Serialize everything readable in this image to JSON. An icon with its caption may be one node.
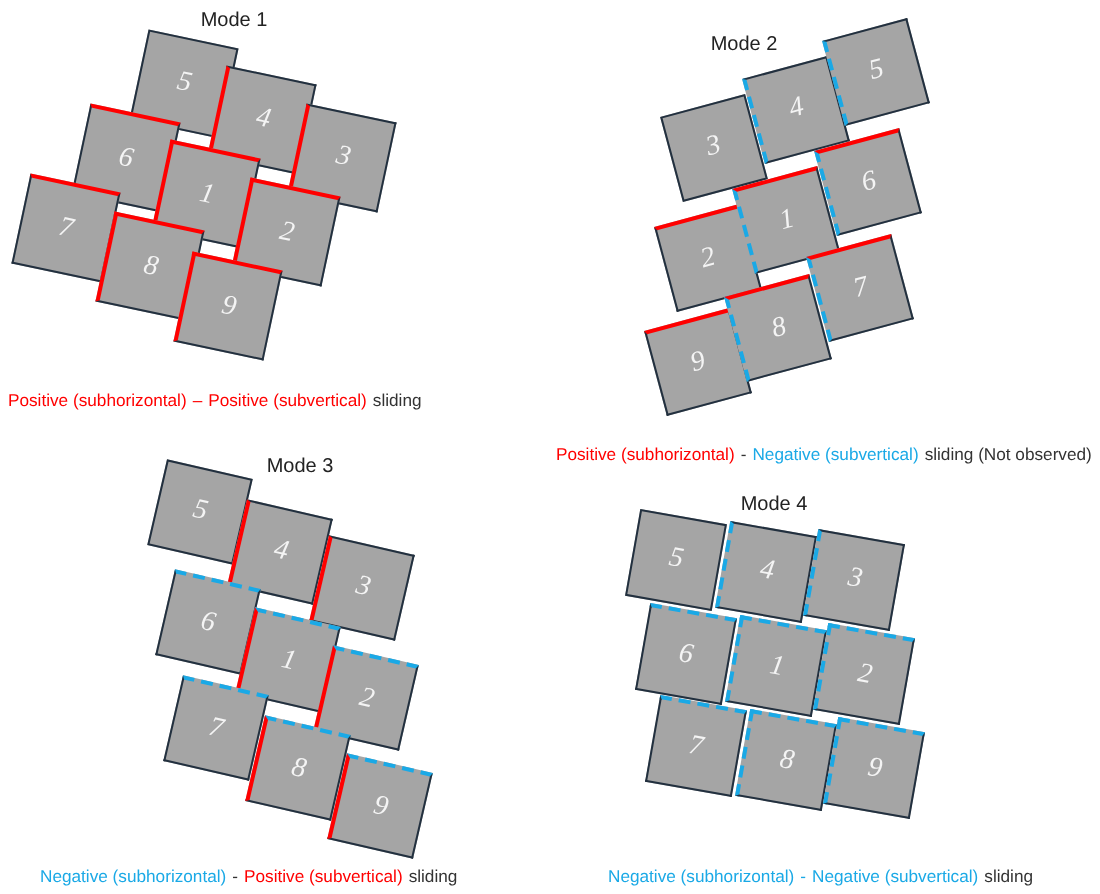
{
  "diagram": {
    "nodes": [
      {
        "text": [
          "5"
        ]
      },
      {
        "text": [
          "4"
        ]
      },
      {
        "text": [
          "3"
        ]
      },
      {
        "text": [
          "6"
        ]
      },
      {
        "text": [
          "1"
        ]
      },
      {
        "text": [
          "2"
        ]
      },
      {
        "text": [
          "7"
        ]
      },
      {
        "text": [
          "8"
        ]
      },
      {
        "text": [
          "9"
        ]
      },
      {
        "text": [
          "3"
        ]
      },
      {
        "text": [
          "4"
        ]
      },
      {
        "text": [
          "5"
        ]
      },
      {
        "text": [
          "2"
        ]
      },
      {
        "text": [
          "1"
        ]
      },
      {
        "text": [
          "6"
        ]
      },
      {
        "text": [
          "9"
        ]
      },
      {
        "text": [
          "8"
        ]
      },
      {
        "text": [
          "7"
        ]
      },
      {
        "text": [
          "5"
        ]
      },
      {
        "text": [
          "4"
        ]
      },
      {
        "text": [
          "3"
        ]
      },
      {
        "text": [
          "6"
        ]
      },
      {
        "text": [
          "1"
        ]
      },
      {
        "text": [
          "2"
        ]
      },
      {
        "text": [
          "7"
        ]
      },
      {
        "text": [
          "8"
        ]
      },
      {
        "text": [
          "9"
        ]
      },
      {
        "text": [
          "5"
        ]
      },
      {
        "text": [
          "4"
        ]
      },
      {
        "text": [
          "3"
        ]
      },
      {
        "text": [
          "6"
        ]
      },
      {
        "text": [
          "1"
        ]
      },
      {
        "text": [
          "2"
        ]
      },
      {
        "text": [
          "7"
        ]
      },
      {
        "text": [
          "8"
        ]
      },
      {
        "text": [
          "9"
        ]
      }
    ],
    "labels": [
      "Mode 1",
      "Mode 2",
      "Positive (subhorizontal)",
      "–",
      "Positive (subvertical)",
      "sliding",
      "Positive (subhorizontal)",
      "-",
      "Negative (subvertical)",
      "sliding (Not observed)",
      "Mode 3",
      "Mode 4",
      "Negative (subhorizontal)",
      "-",
      "Positive (subvertical)",
      "sliding",
      "Negative (subhorizontal)",
      "-",
      "Negative (subvertical)",
      "sliding"
    ]
  }
}
